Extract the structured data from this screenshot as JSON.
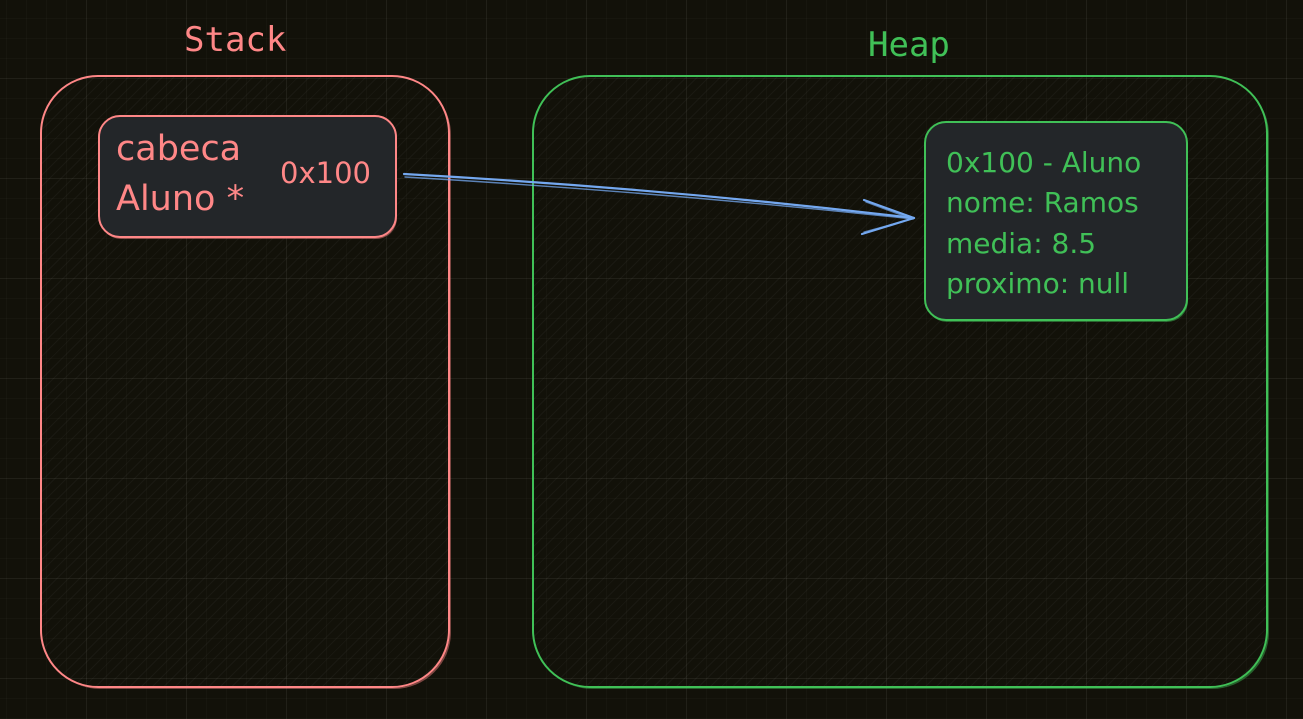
{
  "stack": {
    "title": "Stack",
    "variable": {
      "name": "cabeca",
      "type": "Aluno *",
      "value": "0x100"
    }
  },
  "heap": {
    "title": "Heap",
    "node": {
      "lines": [
        "0x100 - Aluno",
        "nome: Ramos",
        "media: 8.5",
        "proximo: null"
      ]
    }
  },
  "colors": {
    "stack": "#ff8787",
    "heap": "#40c057",
    "arrow": "#74a8f0",
    "node_fill": "#232629",
    "background": "#121109"
  }
}
